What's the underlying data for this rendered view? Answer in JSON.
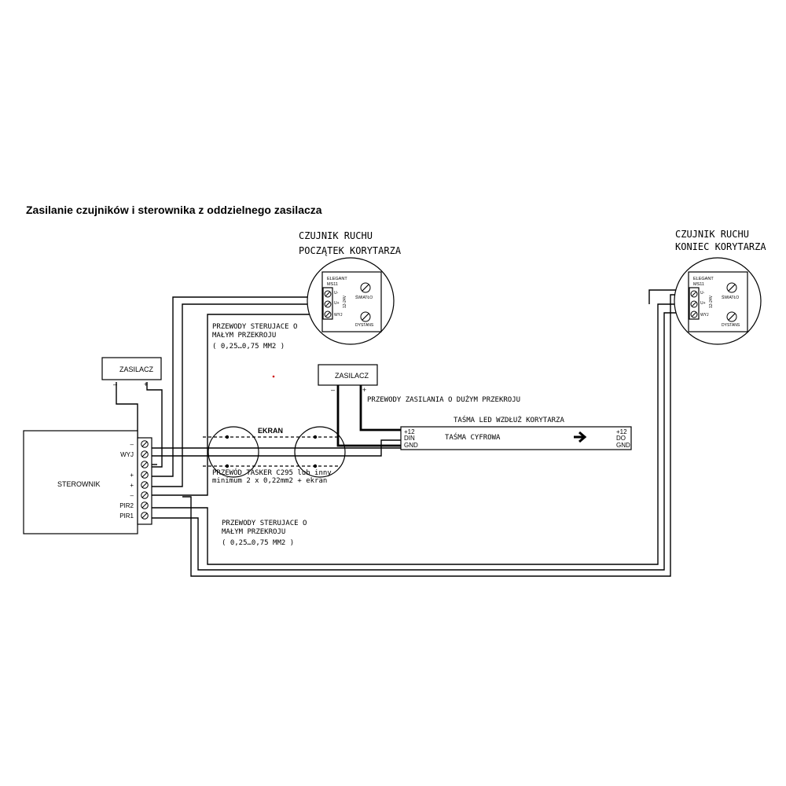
{
  "title": "Zasilanie czujników i sterownika z oddzielnego zasilacza",
  "sensor_start": {
    "heading_line1": "CZUJNIK RUCHU",
    "heading_line2": "POCZĄTEK KORYTARZA",
    "brand": "ELEGANT",
    "model": "MS11",
    "terminal_label_1": "U-",
    "terminal_label_2": "U+",
    "terminal_label_3": "WYJ",
    "voltage": "12-24V",
    "pot_light": "ŚWIATŁO",
    "pot_distance": "DYSTANS"
  },
  "sensor_end": {
    "heading_line1": "CZUJNIK RUCHU",
    "heading_line2": "KONIEC KORYTARZA",
    "brand": "ELEGANT",
    "model": "MS11",
    "terminal_label_1": "U-",
    "terminal_label_2": "U+",
    "terminal_label_3": "WYJ",
    "voltage": "12-24V",
    "pot_light": "ŚWIATŁO",
    "pot_distance": "DYSTANS"
  },
  "psu_left": {
    "label": "ZASILACZ",
    "minus": "–",
    "plus": "+"
  },
  "psu_right": {
    "label": "ZASILACZ",
    "minus": "–",
    "plus": "+"
  },
  "controller": {
    "label": "STEROWNIK",
    "terminals": [
      "–",
      "WYJ",
      "",
      "+",
      "+",
      "–",
      "PIR2",
      "PIR1"
    ]
  },
  "notes": {
    "control_top_line1": "PRZEWODY STERUJACE O",
    "control_top_line2": "MAŁYM PRZEKROJU",
    "control_top_line3": "( 0,25…0,75 MM2 )",
    "control_bottom_line1": "PRZEWODY STERUJACE O",
    "control_bottom_line2": "MAŁYM PRZEKROJU",
    "control_bottom_line3": "( 0,25…0,75 MM2 )",
    "power_wires": "PRZEWODY ZASILANIA O DUŻYM PRZEKROJU",
    "shield": "EKRAN",
    "cable_line1": "PRZEWÓD TASKER C295 lub inny",
    "cable_line2": "minimum 2 x 0,22mm2 + ekran"
  },
  "led_strip": {
    "heading": "TAŚMA LED WZDŁUŻ KORYTARZA",
    "type": "TAŚMA CYFROWA",
    "in_labels": [
      "+12",
      "DIN",
      "GND"
    ],
    "out_labels": [
      "+12",
      "DO",
      "GND"
    ]
  }
}
